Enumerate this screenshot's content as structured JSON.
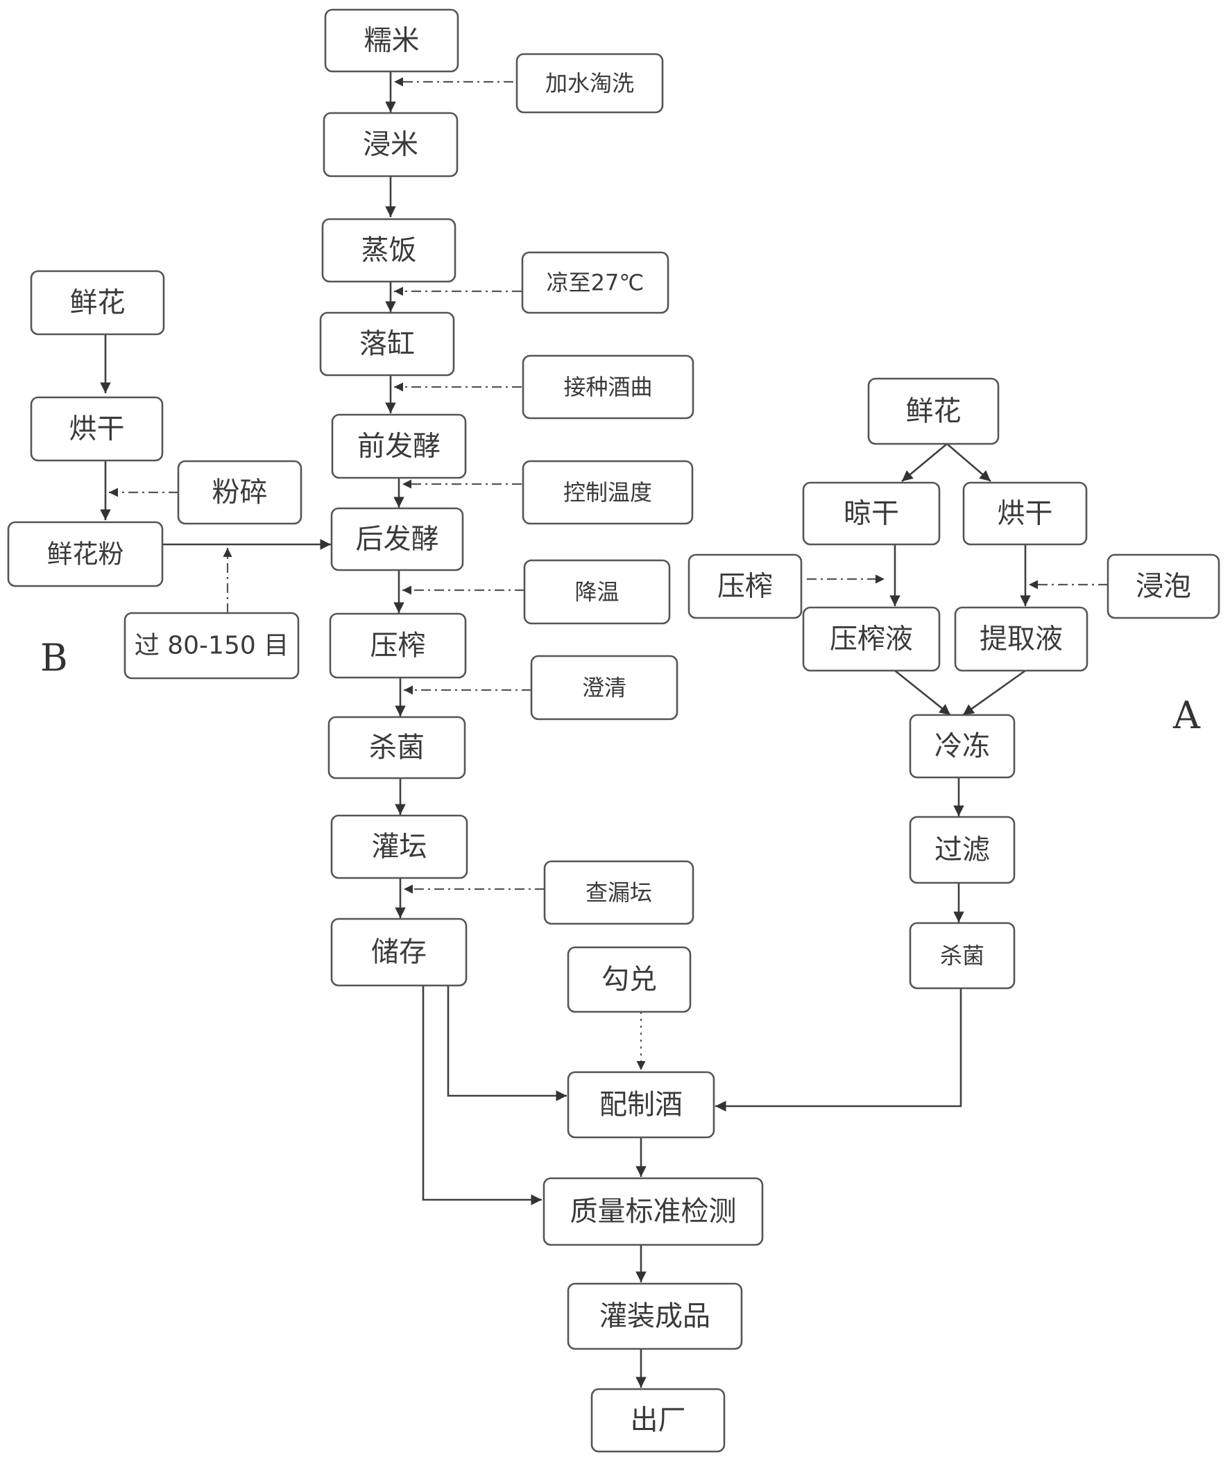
{
  "nodes": {
    "glutinous_rice": "糯米",
    "wash": "加水淘洗",
    "soak_rice": "浸米",
    "steam_rice": "蒸饭",
    "cool": "凉至27℃",
    "into_vat": "落缸",
    "inoculate": "接种酒曲",
    "pre_ferment": "前发酵",
    "control_temp": "控制温度",
    "post_ferment": "后发酵",
    "cool_down": "降温",
    "press": "压榨",
    "clarify": "澄清",
    "sterilize": "杀菌",
    "fill_jar": "灌坛",
    "check_jar": "查漏坛",
    "store": "储存",
    "blend": "勾兑",
    "prepare_wine": "配制酒",
    "quality_test": "质量标准检测",
    "bottle": "灌装成品",
    "ship": "出厂",
    "b_flower": "鲜花",
    "b_dry": "烘干",
    "b_crush": "粉碎",
    "b_powder": "鲜花粉",
    "b_sieve": "过 80-150 目",
    "a_flower": "鲜花",
    "a_airdry": "晾干",
    "a_ovendry": "烘干",
    "a_press": "压榨",
    "a_soak": "浸泡",
    "a_press_juice": "压榨液",
    "a_extract": "提取液",
    "a_freeze": "冷冻",
    "a_filter": "过滤",
    "a_sterilize": "杀菌"
  },
  "labels": {
    "section_a": "A",
    "section_b": "B"
  }
}
